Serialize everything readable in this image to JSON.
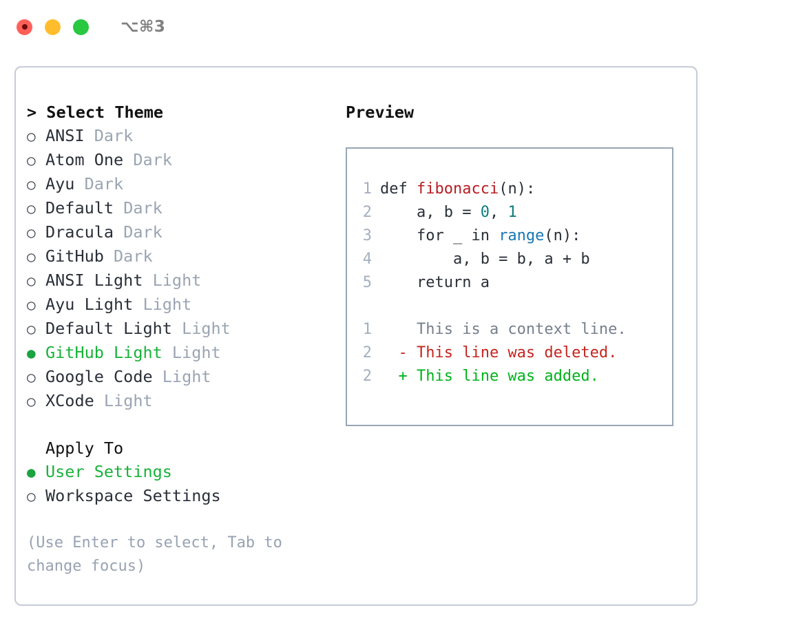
{
  "titlebar": {
    "shortcut": "⌥⌘3",
    "lights": [
      {
        "name": "close",
        "color": "#ff6058"
      },
      {
        "name": "minimize",
        "color": "#ffbd2e"
      },
      {
        "name": "zoom",
        "color": "#28c840"
      }
    ]
  },
  "theme_section": {
    "heading": "> Select Theme",
    "options": [
      {
        "bullet": "○",
        "name": "ANSI",
        "category": " Dark",
        "selected": false
      },
      {
        "bullet": "○",
        "name": "Atom One",
        "category": " Dark",
        "selected": false
      },
      {
        "bullet": "○",
        "name": "Ayu",
        "category": " Dark",
        "selected": false
      },
      {
        "bullet": "○",
        "name": "Default",
        "category": " Dark",
        "selected": false
      },
      {
        "bullet": "○",
        "name": "Dracula",
        "category": " Dark",
        "selected": false
      },
      {
        "bullet": "○",
        "name": "GitHub",
        "category": " Dark",
        "selected": false
      },
      {
        "bullet": "○",
        "name": "ANSI Light",
        "category": " Light",
        "selected": false
      },
      {
        "bullet": "○",
        "name": "Ayu Light",
        "category": " Light",
        "selected": false
      },
      {
        "bullet": "○",
        "name": "Default Light",
        "category": " Light",
        "selected": false
      },
      {
        "bullet": "●",
        "name": "GitHub Light",
        "category": " Light",
        "selected": true
      },
      {
        "bullet": "○",
        "name": "Google Code",
        "category": " Light",
        "selected": false
      },
      {
        "bullet": "○",
        "name": "XCode",
        "category": " Light",
        "selected": false
      }
    ]
  },
  "apply_section": {
    "heading": "Apply To",
    "options": [
      {
        "bullet": "●",
        "name": "User Settings",
        "category": "",
        "selected": true
      },
      {
        "bullet": "○",
        "name": "Workspace Settings",
        "category": "",
        "selected": false
      }
    ]
  },
  "hint": "(Use Enter to select, Tab to change focus)",
  "preview": {
    "title": "Preview",
    "code_lines": [
      {
        "number": "1",
        "tokens": [
          {
            "text": "def ",
            "kind": "plain"
          },
          {
            "text": "fibonacci",
            "kind": "fn"
          },
          {
            "text": "(n):",
            "kind": "plain"
          }
        ]
      },
      {
        "number": "2",
        "tokens": [
          {
            "text": "    a, b = ",
            "kind": "plain"
          },
          {
            "text": "0",
            "kind": "num"
          },
          {
            "text": ", ",
            "kind": "plain"
          },
          {
            "text": "1",
            "kind": "num"
          }
        ]
      },
      {
        "number": "3",
        "tokens": [
          {
            "text": "    for _ in ",
            "kind": "plain"
          },
          {
            "text": "range",
            "kind": "builtin"
          },
          {
            "text": "(n):",
            "kind": "plain"
          }
        ]
      },
      {
        "number": "4",
        "tokens": [
          {
            "text": "        a, b = b, a + b",
            "kind": "plain"
          }
        ]
      },
      {
        "number": "5",
        "tokens": [
          {
            "text": "    return a",
            "kind": "plain"
          }
        ]
      }
    ],
    "diff_lines": [
      {
        "number": "1",
        "marker": "  ",
        "text": "This is a context line.",
        "kind": "ctx"
      },
      {
        "number": "2",
        "marker": "- ",
        "text": "This line was deleted.",
        "kind": "del"
      },
      {
        "number": "2",
        "marker": "+ ",
        "text": "This line was added.",
        "kind": "add"
      }
    ]
  },
  "colors": {
    "accent_green": "#18b23a",
    "muted": "#9aa4b2",
    "panel_border": "#98a6b5",
    "dialog_border": "#c5ccd6",
    "diff_add": "#00b21a",
    "diff_del": "#c4251f",
    "syntax_fn": "#b81c23",
    "syntax_num": "#0d7c7c",
    "syntax_builtin": "#1878b4"
  }
}
